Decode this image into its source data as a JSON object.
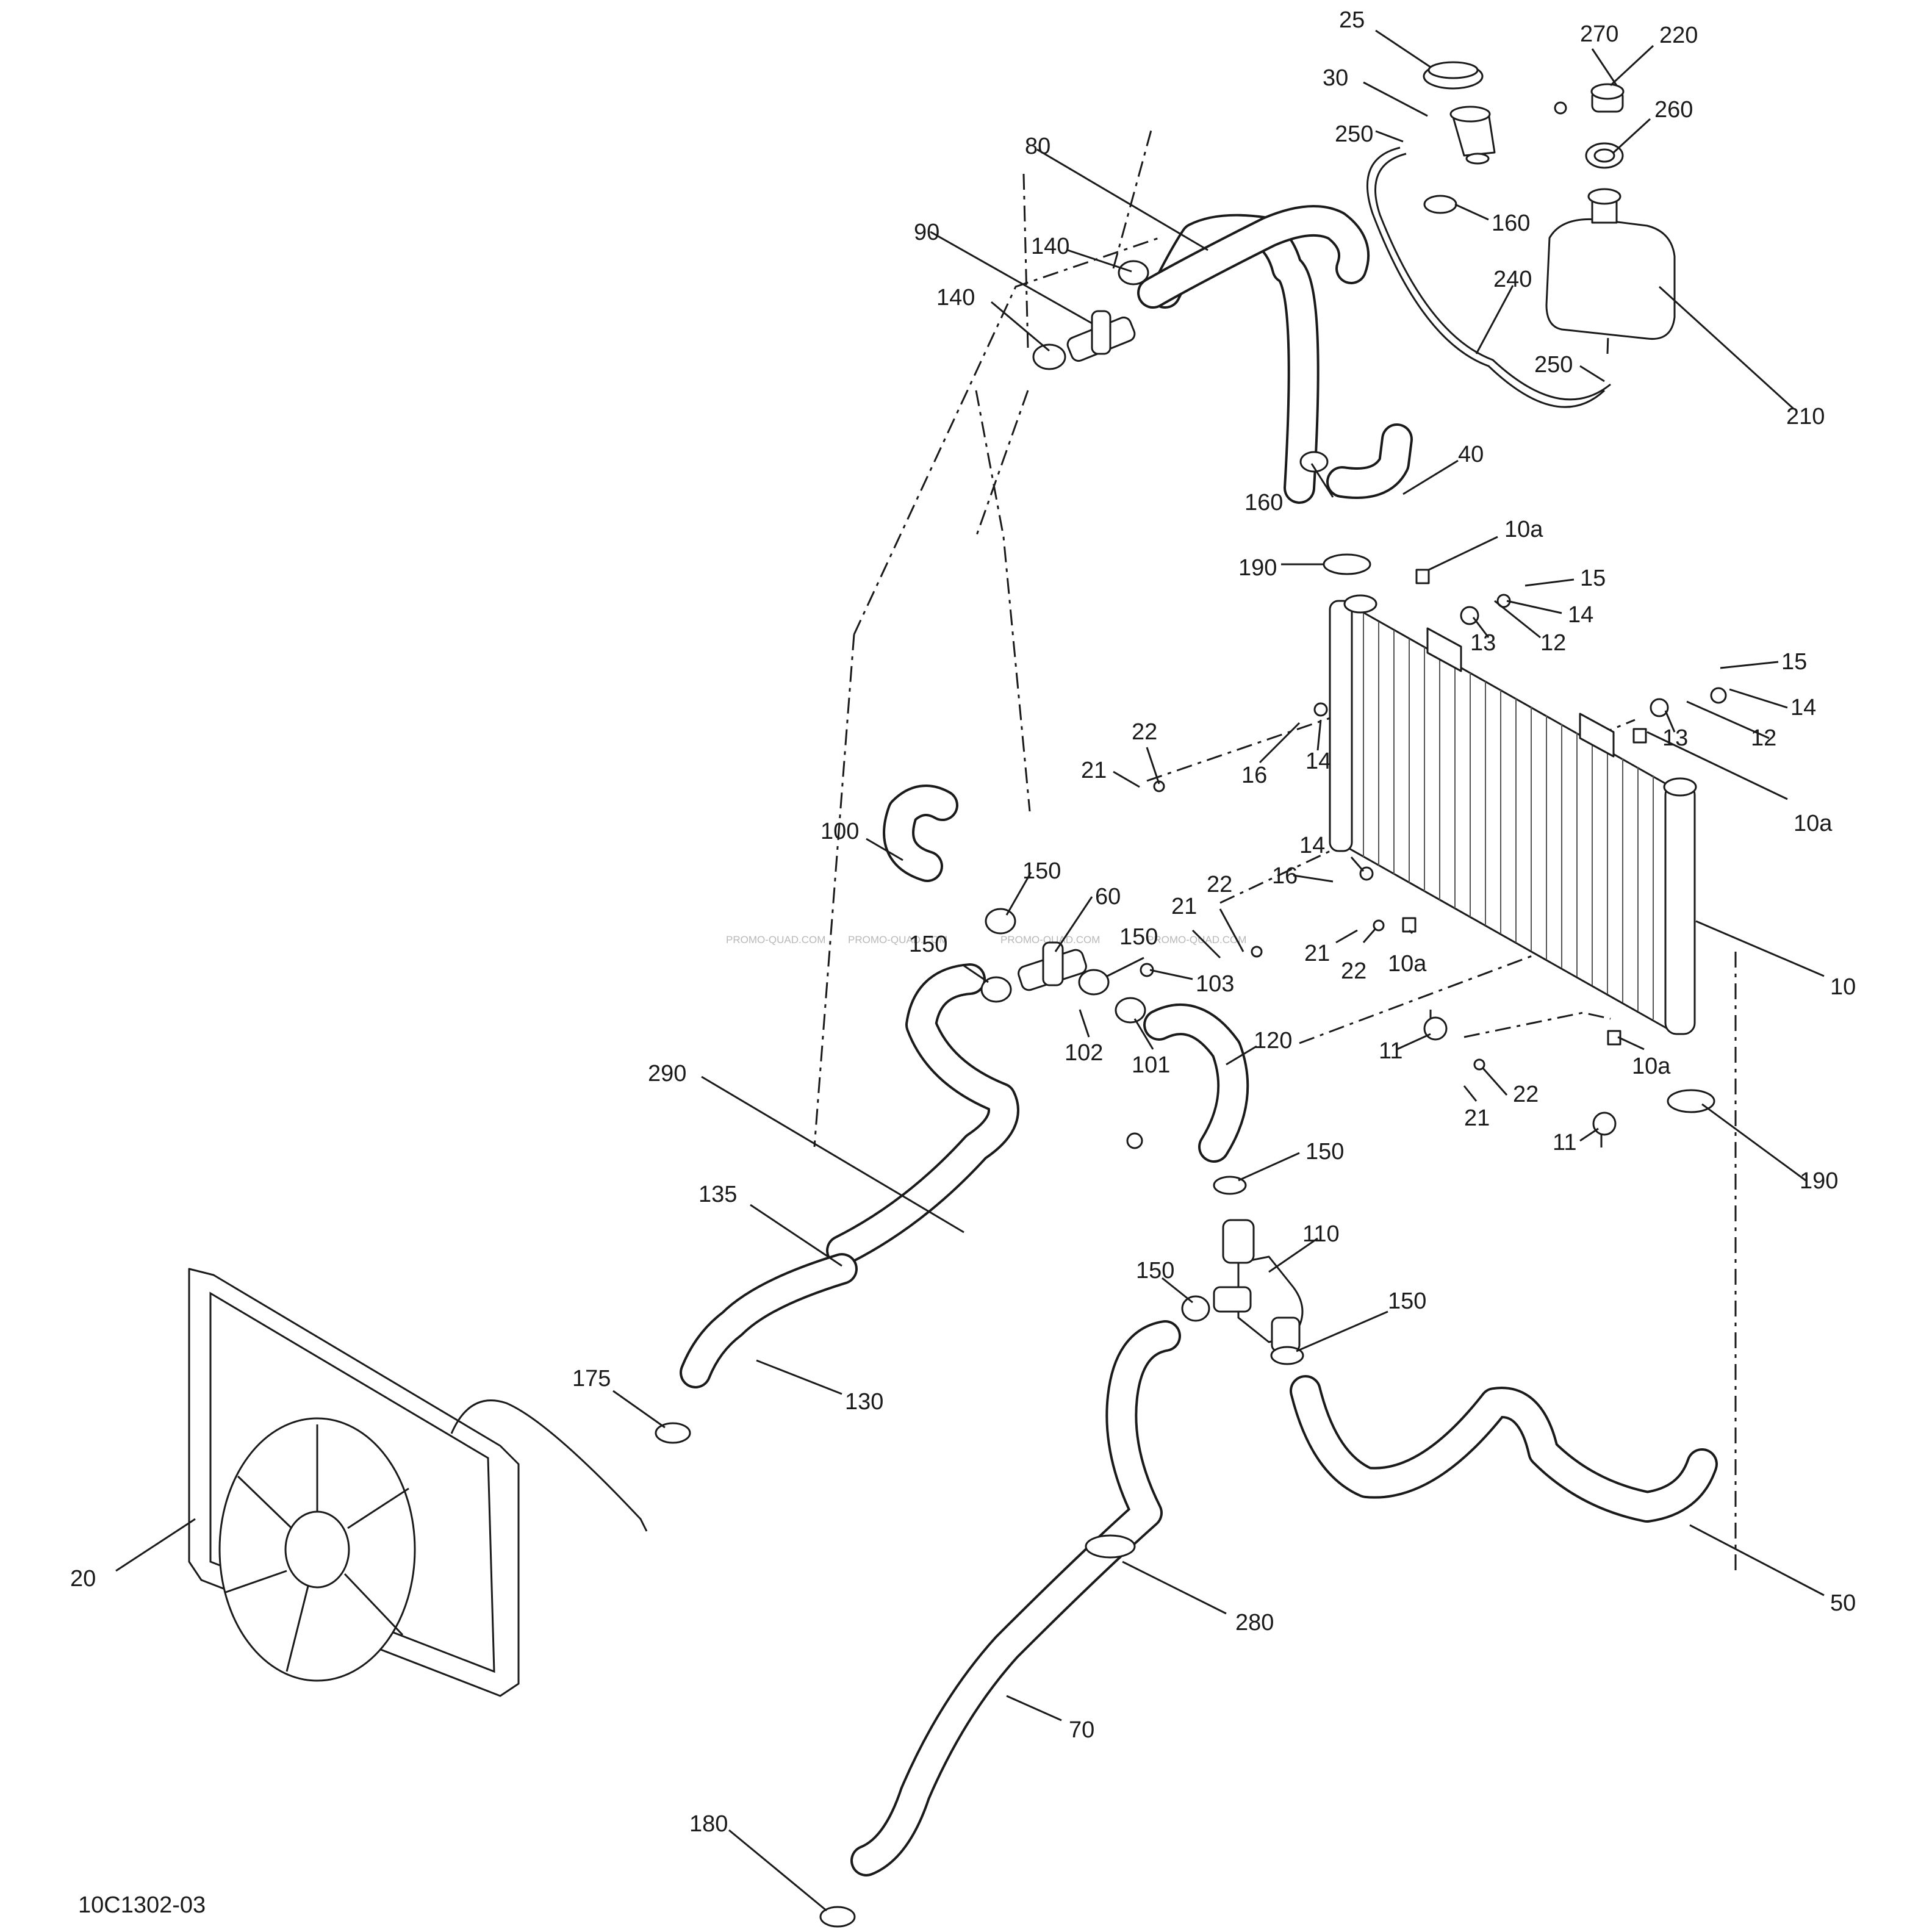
{
  "diagram": {
    "drawing_number": "10C1302-03",
    "watermark": "PROMO-QUAD.COM",
    "callouts": {
      "c25": "25",
      "c270": "270",
      "c220": "220",
      "c30": "30",
      "c250a": "250",
      "c260": "260",
      "c80": "80",
      "c160a": "160",
      "c90": "90",
      "c140a": "140",
      "c140b": "140",
      "c240": "240",
      "c250b": "250",
      "c210": "210",
      "c40": "40",
      "c160b": "160",
      "c10a_1": "10a",
      "c190a": "190",
      "c15a": "15",
      "c14a": "14",
      "c13a": "13",
      "c12a": "12",
      "c15b": "15",
      "c14b": "14",
      "c13b": "13",
      "c12b": "12",
      "c22a": "22",
      "c21a": "21",
      "c16a": "16",
      "c14c": "14",
      "c10a_2": "10a",
      "c100": "100",
      "c150a": "150",
      "c60": "60",
      "c14d": "14",
      "c16b": "16",
      "c22b": "22",
      "c21b": "21",
      "c150b": "150",
      "c150c": "150",
      "c103": "103",
      "c21c": "21",
      "c22c": "22",
      "c10a_3": "10a",
      "c10": "10",
      "c102": "102",
      "c101": "101",
      "c120": "120",
      "c11a": "11",
      "c10a_4": "10a",
      "c22d": "22",
      "c21d": "21",
      "c290": "290",
      "c190b": "190",
      "c11b": "11",
      "c150d": "150",
      "c135": "135",
      "c110": "110",
      "c150e": "150",
      "c150f": "150",
      "c175": "175",
      "c130": "130",
      "c20": "20",
      "c280": "280",
      "c50": "50",
      "c70": "70",
      "c180": "180"
    }
  }
}
